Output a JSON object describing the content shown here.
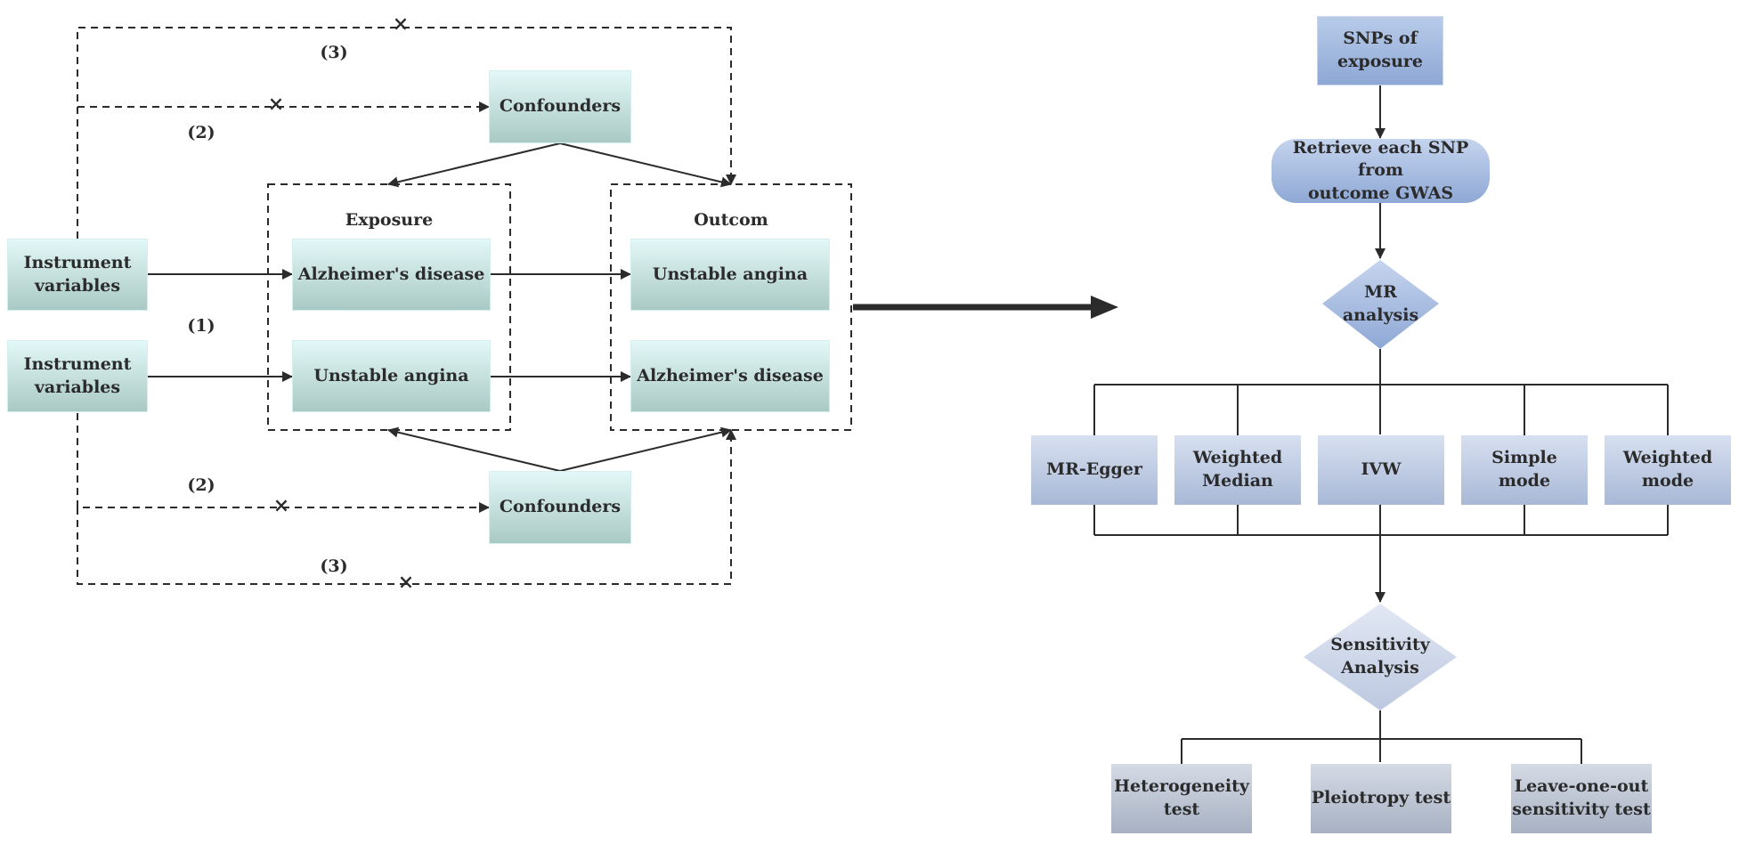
{
  "left": {
    "instrument_top": "Instrument\nvariables",
    "instrument_bottom": "Instrument\nvariables",
    "confounders_top": "Confounders",
    "confounders_bottom": "Confounders",
    "exposure_title": "Exposure",
    "outcome_title": "Outcom",
    "exposure_item_1": "Alzheimer's disease",
    "exposure_item_2": "Unstable angina",
    "outcome_item_1": "Unstable angina",
    "outcome_item_2": "Alzheimer's disease",
    "label_3_top": "(3)",
    "label_2_top": "(2)",
    "label_1": "(1)",
    "label_2_bottom": "(2)",
    "label_3_bottom": "(3)",
    "cross_mark": "×"
  },
  "right": {
    "snps": "SNPs of\nexposure",
    "retrieve": "Retrieve each SNP from\noutcome GWAS",
    "mr_analysis": "MR\nanalysis",
    "methods": [
      "MR-Egger",
      "Weighted\nMedian",
      "IVW",
      "Simple\nmode",
      "Weighted\nmode"
    ],
    "sensitivity": "Sensitivity\nAnalysis",
    "tests": [
      "Heterogeneity\ntest",
      "Pleiotropy test",
      "Leave-one-out\nsensitivity test"
    ]
  },
  "colors": {
    "teal_box": "#c4e3e1",
    "blue_box": "#9fb6de",
    "line": "#2b2b2b"
  }
}
